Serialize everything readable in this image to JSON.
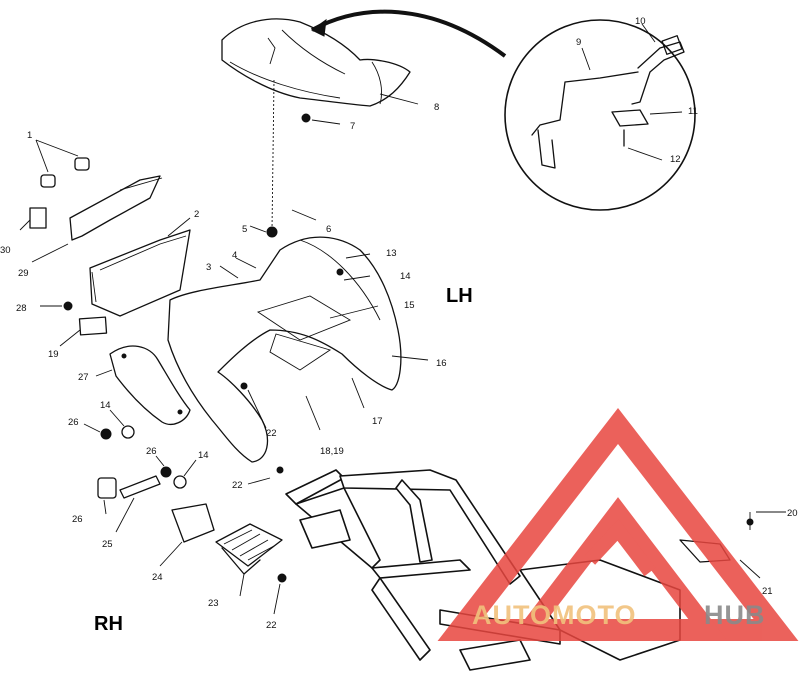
{
  "side_labels": {
    "lh": "LH",
    "rh": "RH"
  },
  "callouts": {
    "c1": "1",
    "c2": "2",
    "c3": "3",
    "c4": "4",
    "c5": "5",
    "c6": "6",
    "c7": "7",
    "c8": "8",
    "c9": "9",
    "c10": "10",
    "c11": "11",
    "c12": "12",
    "c13": "13",
    "c14a": "14",
    "c14b": "14",
    "c14c": "14",
    "c15": "15",
    "c16": "16",
    "c17": "17",
    "c18_19": "18,19",
    "c19": "19",
    "c20": "20",
    "c21": "21",
    "c22a": "22",
    "c22b": "22",
    "c22c": "22",
    "c23": "23",
    "c24": "24",
    "c25": "25",
    "c26a": "26",
    "c26b": "26",
    "c26c": "26",
    "c27": "27",
    "c28": "28",
    "c29": "29",
    "c30": "30"
  },
  "watermark": {
    "text_left": "AUTOMOTO",
    "text_right": "HUB",
    "triangle_color": "#e8463f",
    "text_left_color": "#f1c27d",
    "text_right_color": "#8a8a8a"
  },
  "colors": {
    "ink": "#111111",
    "paper": "#ffffff"
  }
}
